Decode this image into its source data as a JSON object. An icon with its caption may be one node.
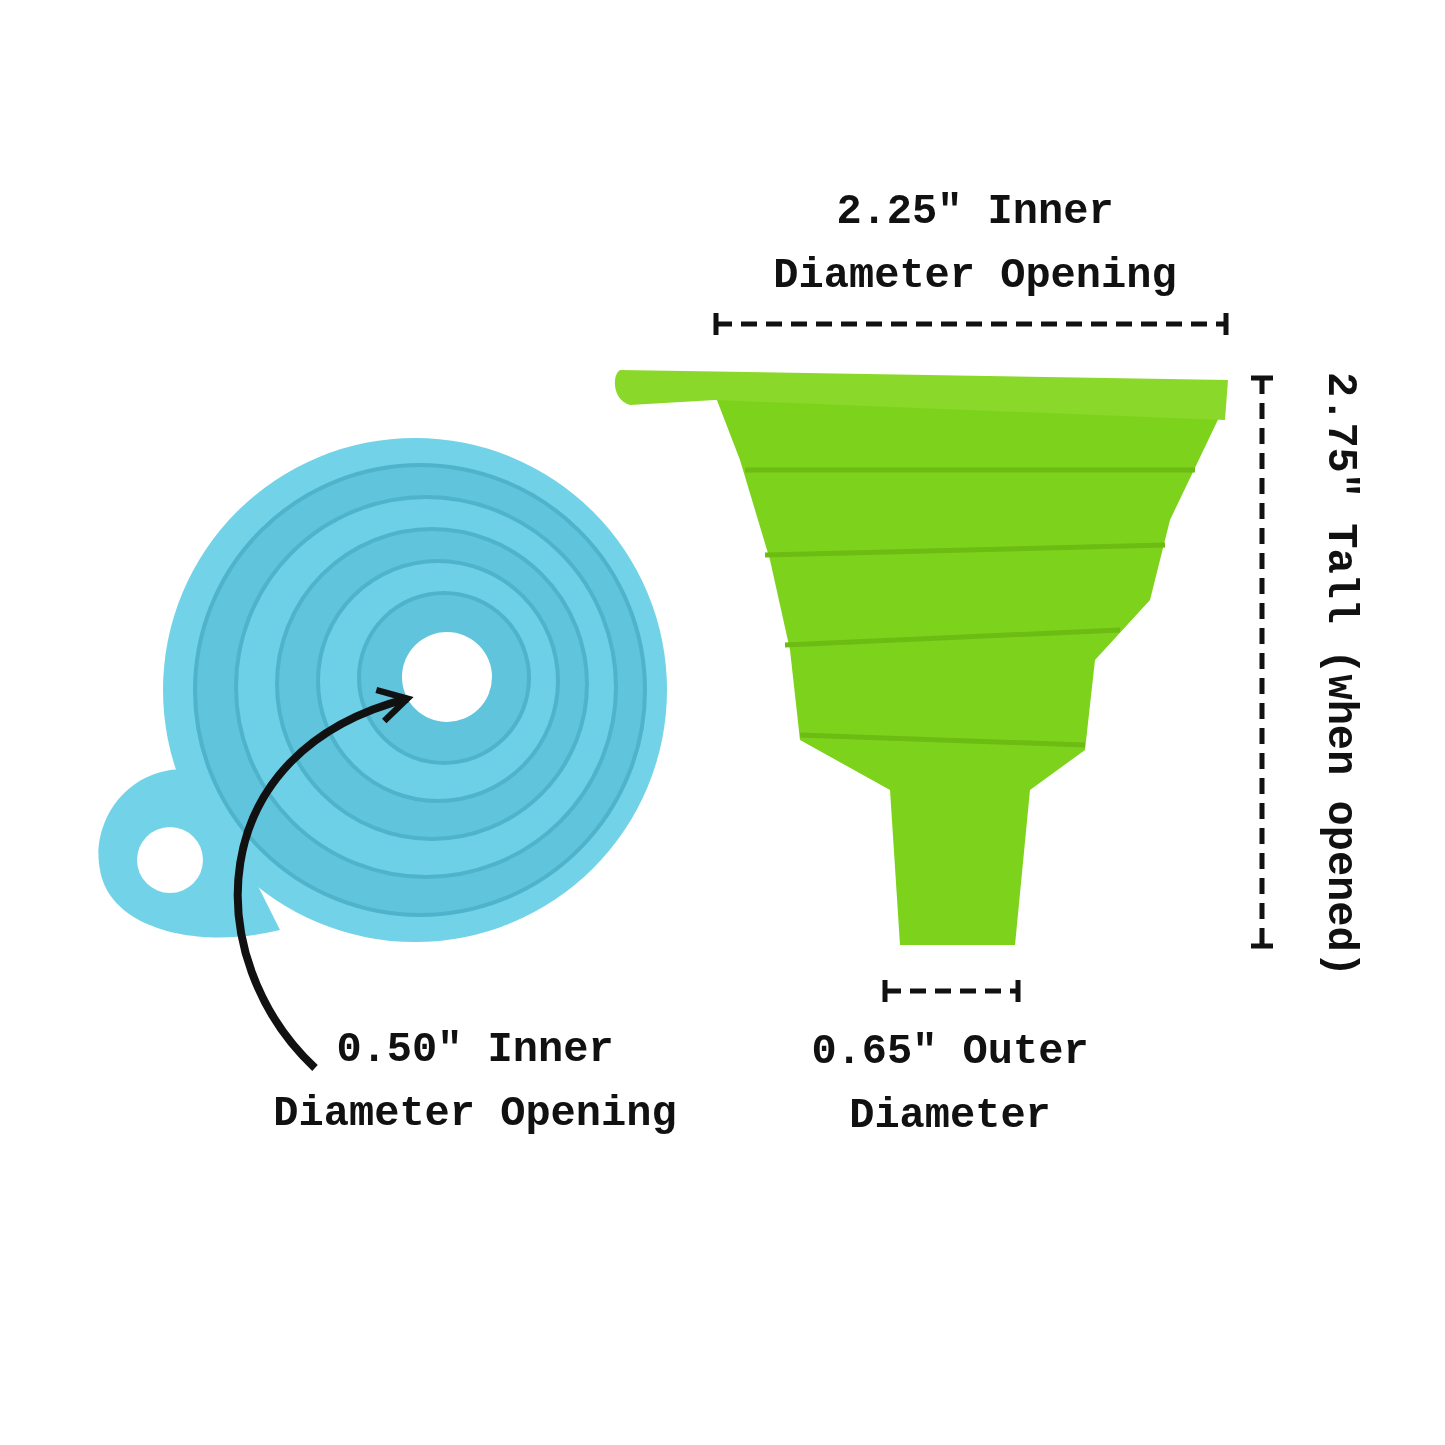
{
  "diagram": {
    "nodes": [
      {
        "text": [
          "0.50\" Inner Diameter Opening"
        ]
      },
      {
        "text": [],
        "shape": "circle"
      }
    ],
    "edges": [
      {
        "from": 0,
        "to": 1,
        "arrow": "to"
      }
    ],
    "labels": [
      "2.25\" Inner Diameter Opening",
      "2.75\" Tall (when opened)",
      "0.65\" Outer Diameter"
    ]
  }
}
